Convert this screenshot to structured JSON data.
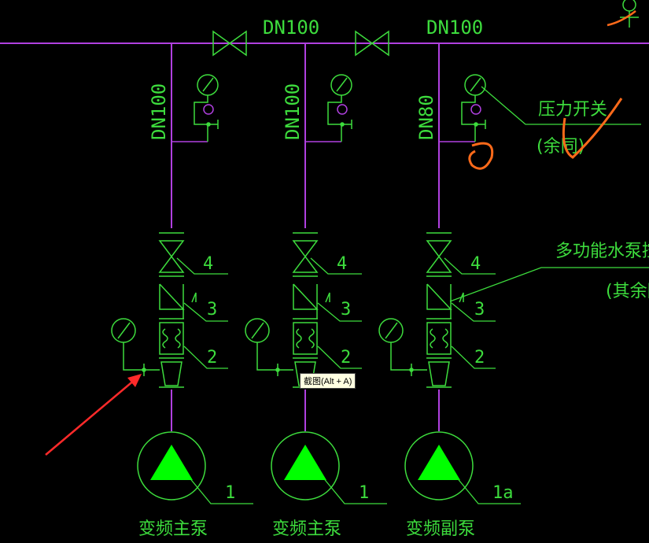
{
  "colors": {
    "background": "#000000",
    "pipe": "#b040e0",
    "line": "#3ddc3d",
    "pump_fill": "#00ff00",
    "annotation_orange": "#ff6a1a",
    "arrow_red": "#ff2a2a"
  },
  "header_pipe": {
    "dn_left": "DN100",
    "dn_right": "DN100"
  },
  "branches": [
    {
      "dn": "DN100",
      "num_valve": "4",
      "num_check": "3",
      "num_joint": "2",
      "num_pump": "1",
      "pump_label": "变频主泵"
    },
    {
      "dn": "DN100",
      "num_valve": "4",
      "num_check": "3",
      "num_joint": "2",
      "num_pump": "1",
      "pump_label": "变频主泵"
    },
    {
      "dn": "DN80",
      "num_valve": "4",
      "num_check": "3",
      "num_joint": "2",
      "num_pump": "1a",
      "pump_label": "变频副泵"
    }
  ],
  "annotations": {
    "pressure_switch": "压力开关",
    "pressure_switch_note": "(余同)",
    "control_valve": "多功能水泵控制",
    "control_valve_note": "(其余同"
  },
  "tooltip": "截图(Alt + A)"
}
